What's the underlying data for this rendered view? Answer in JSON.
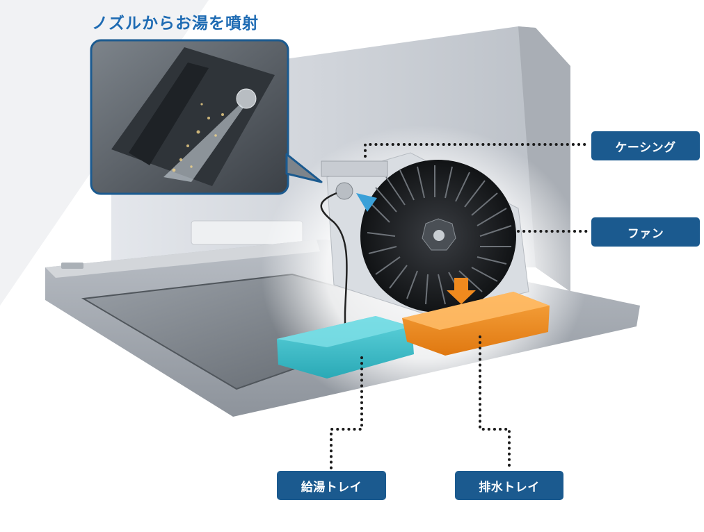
{
  "title": "ノズルからお湯を噴射",
  "labels": {
    "casing": "ケーシング",
    "fan": "ファン",
    "supply_tray": "給湯トレイ",
    "drain_tray": "排水トレイ"
  },
  "colors": {
    "title": "#1e6bb3",
    "label_bg": "#1b5a8f",
    "label_text": "#ffffff",
    "supply_tray": "#38bcc8",
    "drain_tray": "#f08a1e",
    "leader_dots": "#1a1a1a",
    "inset_border": "#1b5a8f",
    "arrow": "#3aa0d8"
  }
}
